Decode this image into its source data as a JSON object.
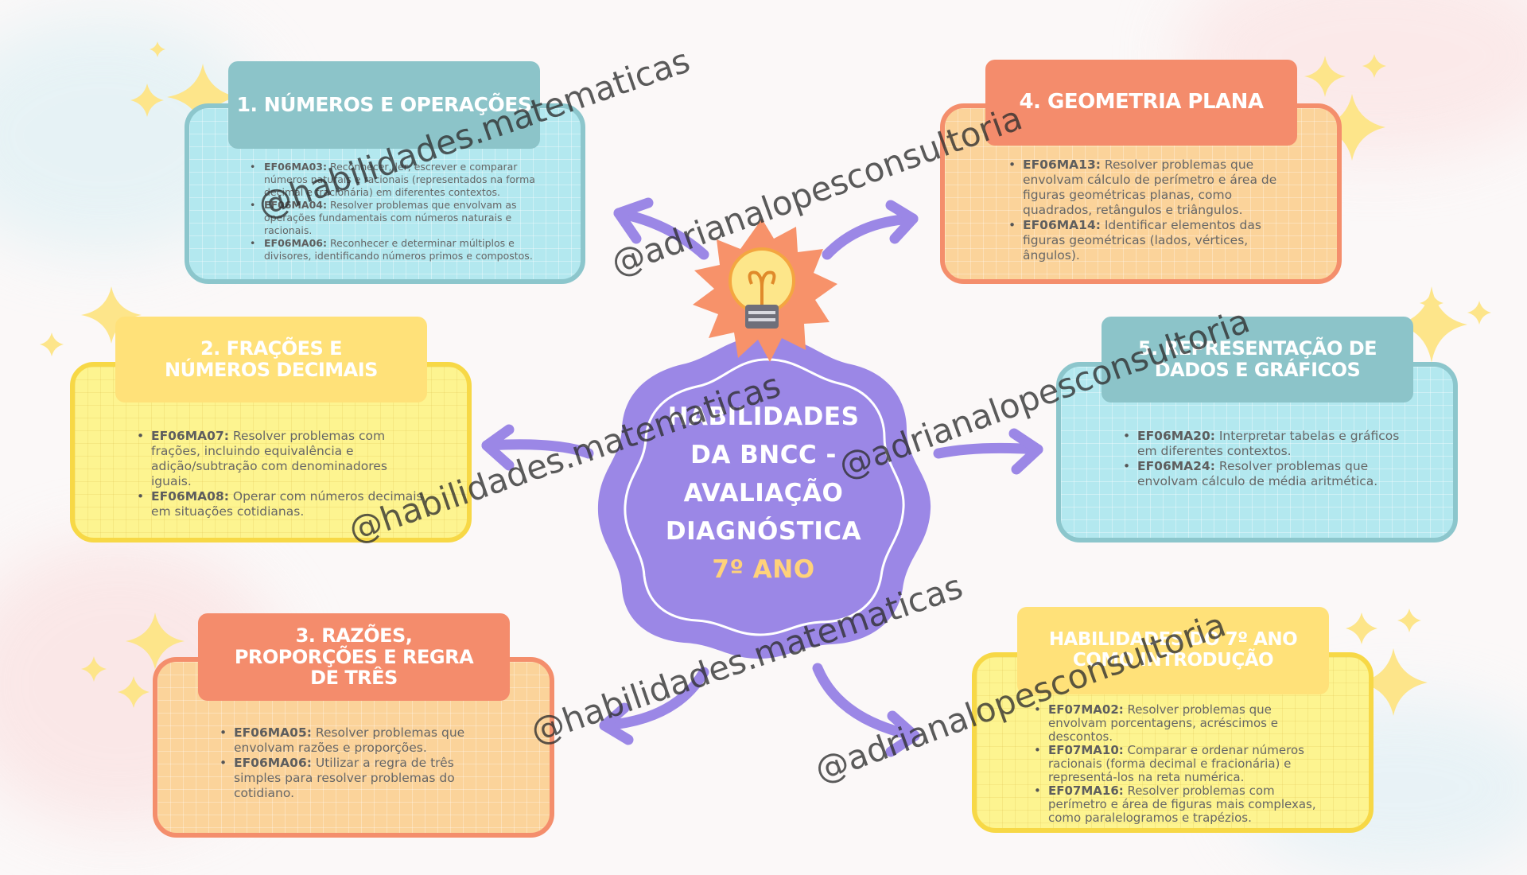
{
  "center": {
    "title_lines": [
      "HABILIDADES",
      "DA BNCC -",
      "AVALIAÇÃO",
      "DIAGNÓSTICA"
    ],
    "subtitle": "7º ANO"
  },
  "cards": {
    "numeros": {
      "title": "1. NÚMEROS E OPERAÇÕES",
      "items": [
        {
          "code": "EF06MA03:",
          "text": " Reconhecer, ler, escrever e comparar números naturais e racionais (representados na forma decimal e fracionária) em diferentes contextos."
        },
        {
          "code": "EF06MA04:",
          "text": " Resolver problemas que envolvam as operações fundamentais com números naturais e racionais."
        },
        {
          "code": "EF06MA06:",
          "text": " Reconhecer e determinar múltiplos e divisores, identificando números primos e compostos."
        }
      ]
    },
    "fracoes": {
      "title": "2. FRAÇÕES E NÚMEROS DECIMAIS",
      "items": [
        {
          "code": "EF06MA07:",
          "text": " Resolver problemas com frações, incluindo equivalência e adição/subtração com denominadores iguais."
        },
        {
          "code": "EF06MA08:",
          "text": " Operar com números decimais em situações cotidianas."
        }
      ]
    },
    "razoes": {
      "title": "3. RAZÕES, PROPORÇÕES E REGRA DE TRÊS",
      "items": [
        {
          "code": "EF06MA05:",
          "text": " Resolver problemas que envolvam razões e proporções."
        },
        {
          "code": "EF06MA06:",
          "text": " Utilizar a regra de três simples para resolver problemas do cotidiano."
        }
      ]
    },
    "geometria": {
      "title": "4. GEOMETRIA PLANA",
      "items": [
        {
          "code": "EF06MA13:",
          "text": " Resolver problemas que envolvam cálculo de perímetro e área de figuras geométricas planas, como quadrados, retângulos e triângulos."
        },
        {
          "code": "EF06MA14:",
          "text": " Identificar elementos das figuras geométricas (lados, vértices, ângulos)."
        }
      ]
    },
    "representacao": {
      "title": "5. REPRESENTAÇÃO DE DADOS E GRÁFICOS",
      "items": [
        {
          "code": "EF06MA20:",
          "text": " Interpretar tabelas e gráficos em diferentes contextos."
        },
        {
          "code": "EF06MA24:",
          "text": " Resolver problemas que envolvam cálculo de média aritmética."
        }
      ]
    },
    "introducao": {
      "title": "HABILIDADES DO 7º ANO COMO INTRODUÇÃO",
      "items": [
        {
          "code": "EF07MA02:",
          "text": " Resolver problemas que envolvam porcentagens, acréscimos e descontos."
        },
        {
          "code": "EF07MA10:",
          "text": " Comparar e ordenar números racionais (forma decimal e fracionária) e representá-los na reta numérica."
        },
        {
          "code": "EF07MA16:",
          "text": " Resolver problemas com perímetro e área de figuras mais complexas, como paralelogramos e trapézios."
        }
      ]
    }
  },
  "watermarks": {
    "matematicas": "@habilidades.matematicas",
    "consultoria": "@adrianalopesconsultoria"
  },
  "colors": {
    "purple": "#9b87e6",
    "blue_card": "#b3e8ef",
    "yellow_card": "#fdf490",
    "orange_card": "#fbd39a",
    "accent_orange": "#f48c6c",
    "star_yellow": "#fde58a"
  }
}
